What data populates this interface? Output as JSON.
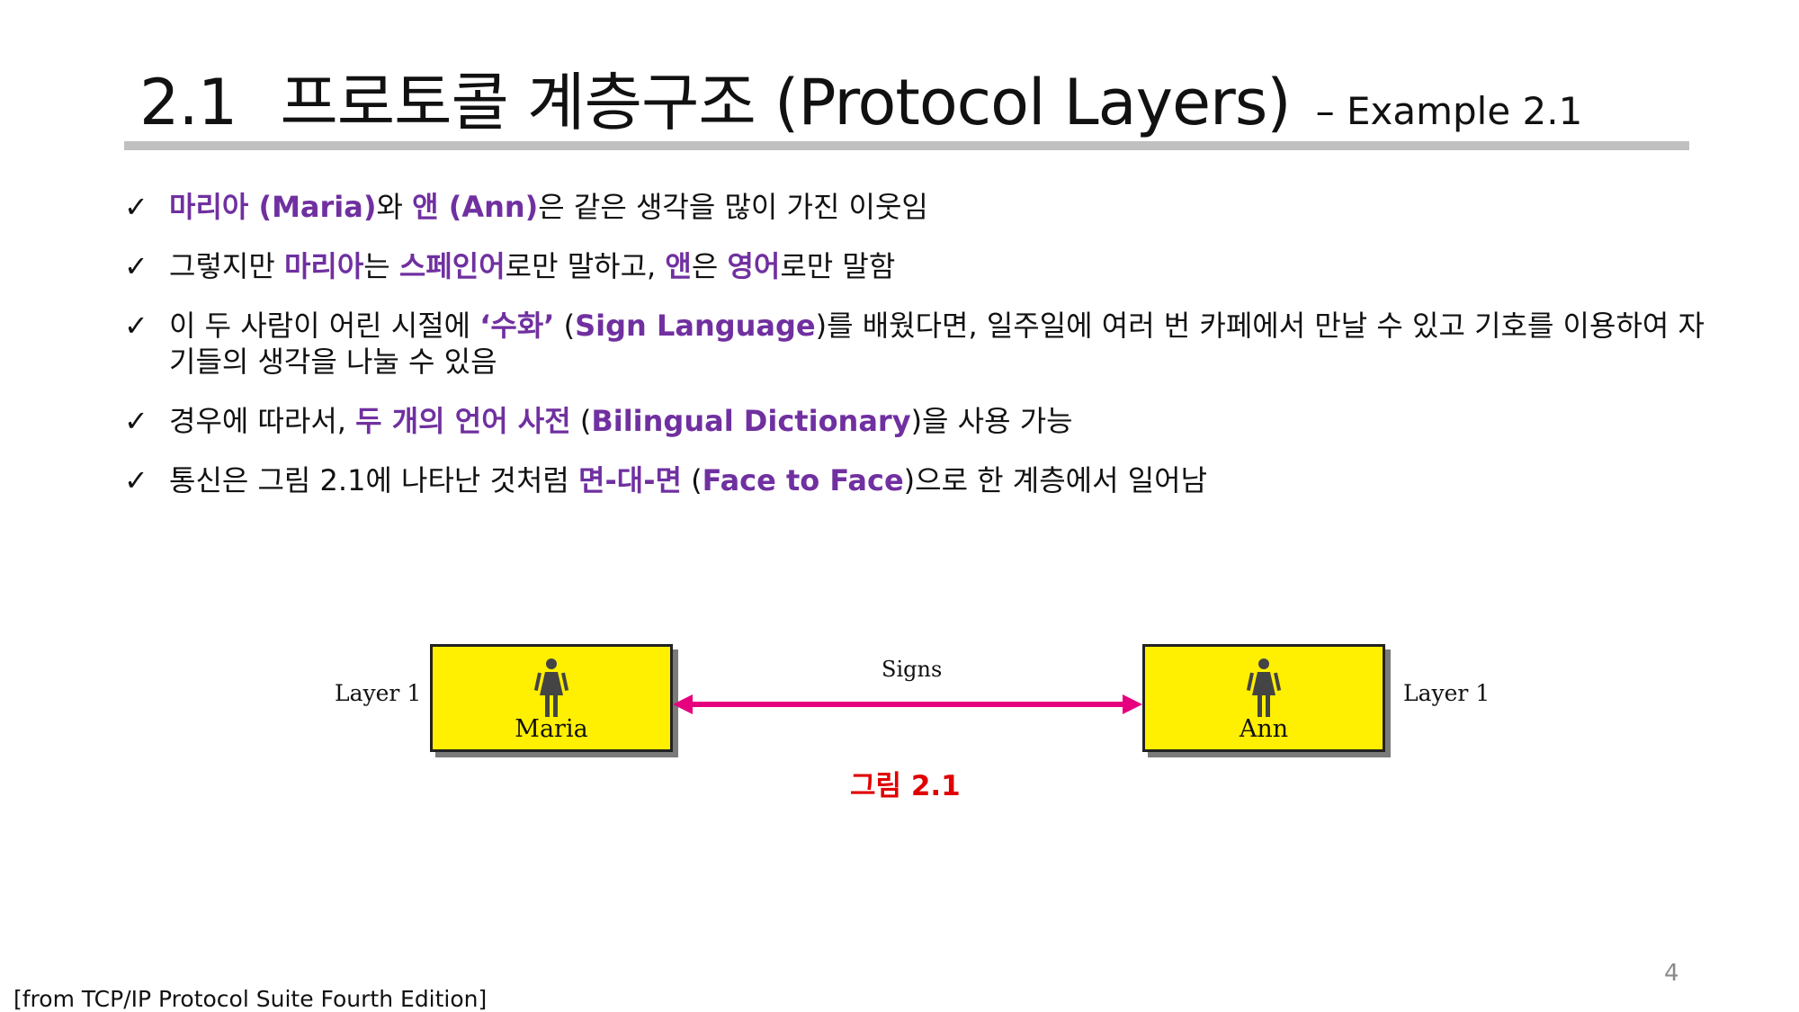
{
  "slide": {
    "title_number": "2.1",
    "title_main": "프로토콜 계층구조 (Protocol Layers)",
    "title_sub": "– Example 2.1",
    "page_number": "4",
    "source": "[from TCP/IP Protocol Suite Fourth Edition]",
    "accent_color": "#7030a0",
    "caption_color": "#e00000"
  },
  "bullets": [
    {
      "check": "✓",
      "runs": [
        {
          "text": "마리아 (Maria)",
          "hl": true
        },
        {
          "text": "와 "
        },
        {
          "text": "앤 (Ann)",
          "hl": true
        },
        {
          "text": "은 같은 생각을 많이 가진 이웃임"
        }
      ]
    },
    {
      "check": "✓",
      "runs": [
        {
          "text": "그렇지만 "
        },
        {
          "text": "마리아",
          "hl": true
        },
        {
          "text": "는 "
        },
        {
          "text": "스페인어",
          "hl": true
        },
        {
          "text": "로만 말하고, "
        },
        {
          "text": "앤",
          "hl": true
        },
        {
          "text": "은 "
        },
        {
          "text": "영어",
          "hl": true
        },
        {
          "text": "로만 말함"
        }
      ]
    },
    {
      "check": "✓",
      "runs": [
        {
          "text": "이 두 사람이 어린 시절에 "
        },
        {
          "text": "‘수화’",
          "hl": true
        },
        {
          "text": " ("
        },
        {
          "text": "Sign Language",
          "hl": true
        },
        {
          "text": ")를 배웠다면, 일주일에 여러 번 카페에서 만날 수 있고 기호를 이용하여 자기들의 생각을 나눌 수 있음"
        }
      ]
    },
    {
      "check": "✓",
      "runs": [
        {
          "text": "경우에 따라서, "
        },
        {
          "text": "두 개의 언어 사전",
          "hl": true
        },
        {
          "text": " ("
        },
        {
          "text": "Bilingual Dictionary",
          "hl": true
        },
        {
          "text": ")을 사용 가능"
        }
      ]
    },
    {
      "check": "✓",
      "runs": [
        {
          "text": "통신은 그림 2.1에 나타난 것처럼 "
        },
        {
          "text": "면-대-면",
          "hl": true
        },
        {
          "text": " ("
        },
        {
          "text": "Face to Face",
          "hl": true
        },
        {
          "text": ")으로 한 계층에서 일어남"
        }
      ]
    }
  ],
  "figure": {
    "left_layer": "Layer 1",
    "right_layer": "Layer 1",
    "left_person": "Maria",
    "right_person": "Ann",
    "link_label": "Signs",
    "caption": "그림 2.1",
    "box_color": "#ffef00",
    "arrow_color": "#e6007e",
    "person_icon": "woman-icon"
  }
}
